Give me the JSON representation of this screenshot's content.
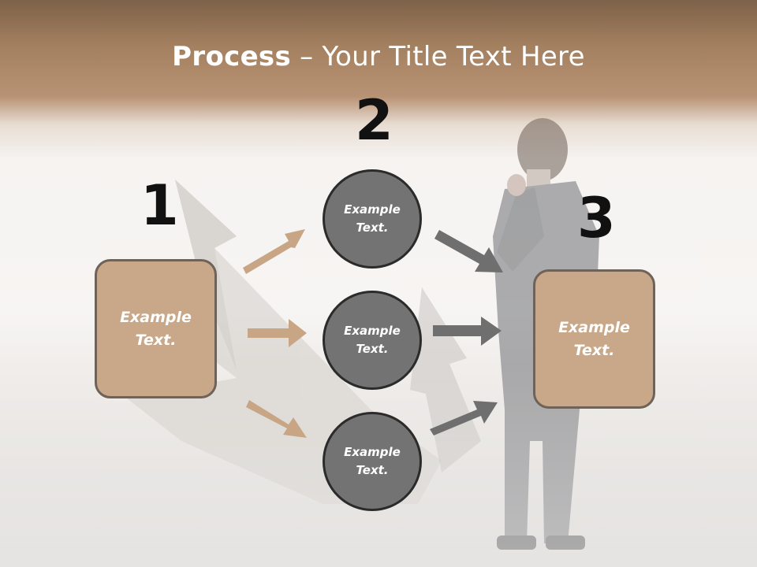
{
  "title": {
    "bold": "Process",
    "rest": " – Your Title Text Here"
  },
  "steps": {
    "one": "1",
    "two": "2",
    "three": "3"
  },
  "left_box": {
    "text": "Example Text."
  },
  "circles": [
    {
      "text": "Example Text."
    },
    {
      "text": "Example Text."
    },
    {
      "text": "Example Text."
    }
  ],
  "right_box": {
    "text": "Example Text."
  },
  "colors": {
    "tan": "#c9a889",
    "tan_arrow": "#c8a584",
    "gray_circle": "#737373",
    "gray_arrow": "#6f6f6f"
  }
}
